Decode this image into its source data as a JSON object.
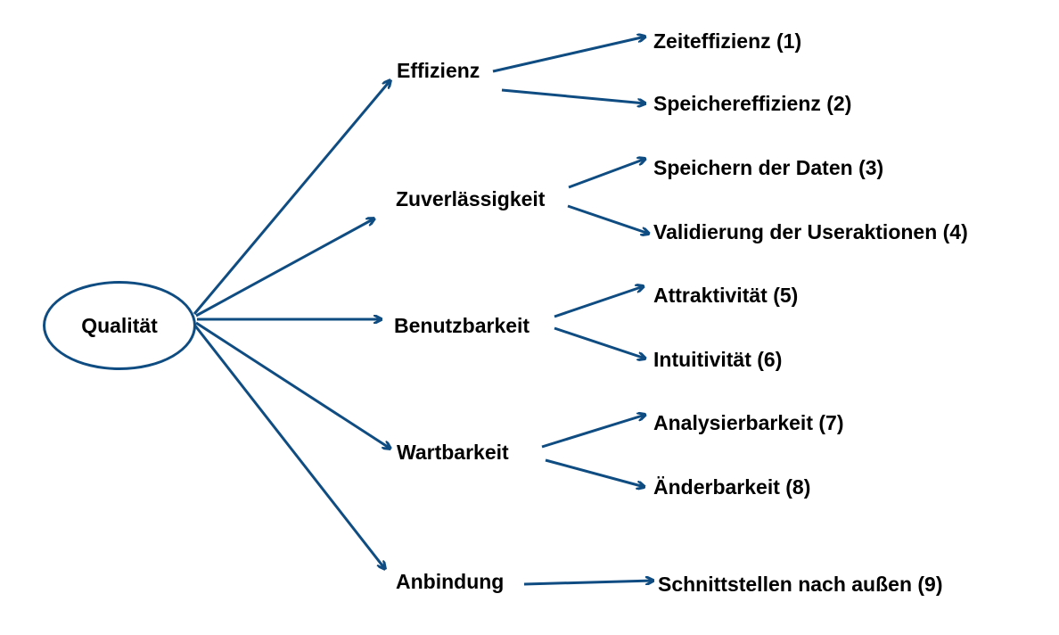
{
  "diagram": {
    "arrow_color": "#0f4c81",
    "root": {
      "label": "Qualität"
    },
    "categories": [
      {
        "id": "effizienz",
        "label": "Effizienz"
      },
      {
        "id": "zuverlaessigkeit",
        "label": "Zuverlässigkeit"
      },
      {
        "id": "benutzbarkeit",
        "label": "Benutzbarkeit"
      },
      {
        "id": "wartbarkeit",
        "label": "Wartbarkeit"
      },
      {
        "id": "anbindung",
        "label": "Anbindung"
      }
    ],
    "leaves": [
      {
        "id": "zeiteffizienz",
        "parent": "effizienz",
        "label": "Zeiteffizienz (1)"
      },
      {
        "id": "speichereffizienz",
        "parent": "effizienz",
        "label": "Speichereffizienz (2)"
      },
      {
        "id": "speichern-daten",
        "parent": "zuverlaessigkeit",
        "label": "Speichern der Daten (3)"
      },
      {
        "id": "validierung",
        "parent": "zuverlaessigkeit",
        "label": "Validierung der Useraktionen (4)"
      },
      {
        "id": "attraktivitaet",
        "parent": "benutzbarkeit",
        "label": "Attraktivität (5)"
      },
      {
        "id": "intuitivitaet",
        "parent": "benutzbarkeit",
        "label": "Intuitivität (6)"
      },
      {
        "id": "analysierbarkeit",
        "parent": "wartbarkeit",
        "label": "Analysierbarkeit (7)"
      },
      {
        "id": "aenderbarkeit",
        "parent": "wartbarkeit",
        "label": "Änderbarkeit (8)"
      },
      {
        "id": "schnittstellen",
        "parent": "anbindung",
        "label": "Schnittstellen nach außen (9)"
      }
    ]
  }
}
